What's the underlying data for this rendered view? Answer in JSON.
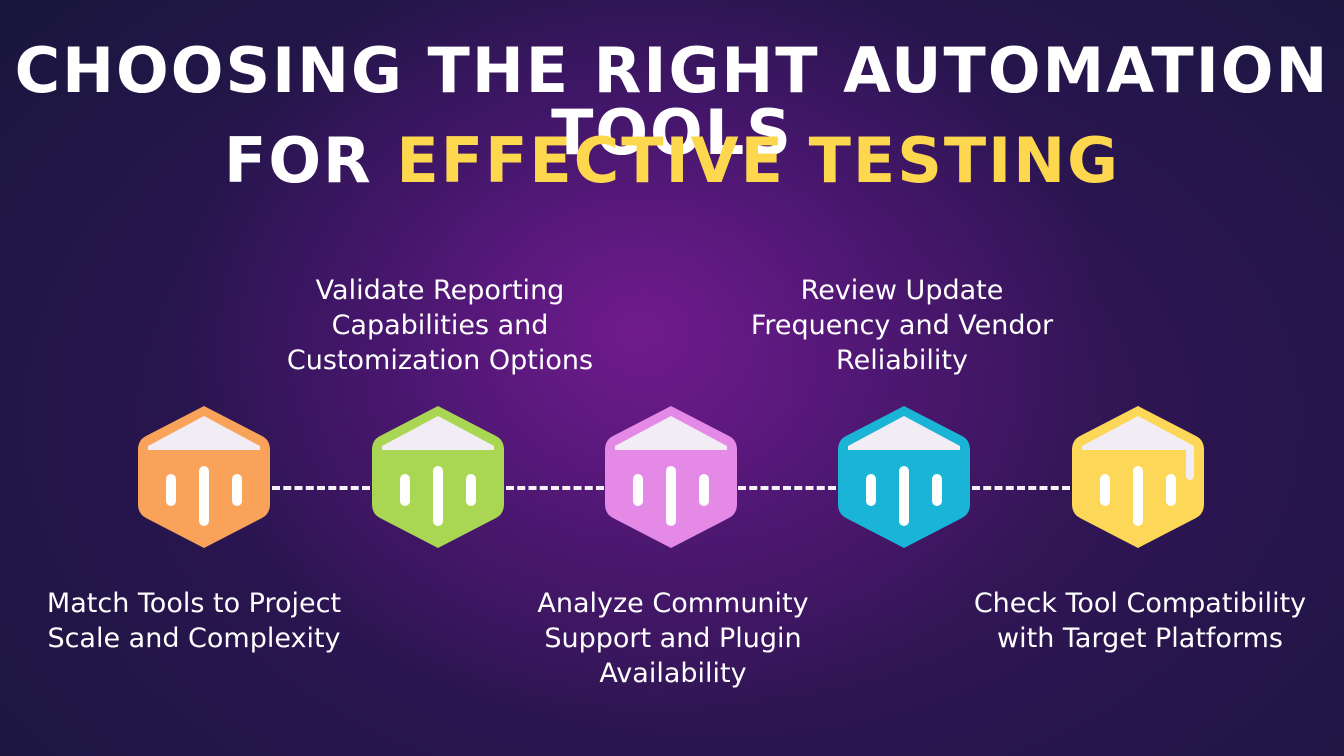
{
  "title": {
    "line1": "CHOOSING THE RIGHT AUTOMATION TOOLS",
    "line2_prefix": "FOR ",
    "line2_accent": "EFFECTIVE TESTING"
  },
  "colors": {
    "accent": "#fdd74e",
    "step1": "#f9a35a",
    "step2": "#a9d653",
    "step3": "#e489e6",
    "step4": "#1ab4d7",
    "step5": "#fdd757"
  },
  "steps": [
    {
      "label": "Match Tools to Project Scale and Complexity",
      "icon": "hexagon-bars-icon"
    },
    {
      "label": "Validate Reporting Capabilities and Customization Options",
      "icon": "hexagon-bars-icon"
    },
    {
      "label": "Analyze Community Support and Plugin Availability",
      "icon": "hexagon-bars-icon"
    },
    {
      "label": "Review Update Frequency and Vendor Reliability",
      "icon": "hexagon-bars-icon"
    },
    {
      "label": "Check Tool Compatibility with Target Platforms",
      "icon": "hexagon-bars-icon"
    }
  ]
}
